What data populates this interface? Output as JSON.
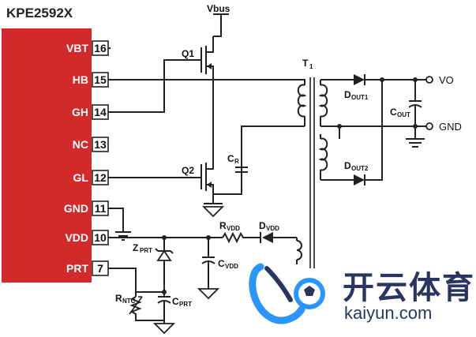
{
  "chip": {
    "name": "KPE2592X",
    "color": "#d22a2a",
    "pins": [
      {
        "name": "VBT",
        "number": "16"
      },
      {
        "name": "HB",
        "number": "15"
      },
      {
        "name": "GH",
        "number": "14"
      },
      {
        "name": "NC",
        "number": "13"
      },
      {
        "name": "GL",
        "number": "12"
      },
      {
        "name": "GND",
        "number": "11"
      },
      {
        "name": "VDD",
        "number": "10"
      },
      {
        "name": "PRT",
        "number": "7"
      }
    ]
  },
  "labels": {
    "vbus": "Vbus",
    "q1": "Q1",
    "q2": "Q2",
    "cr_main": "C",
    "cr_sub": "R",
    "t1_main": "T",
    "t1_sub": "1",
    "dout1_main": "D",
    "dout1_sub": "OUT1",
    "dout2_main": "D",
    "dout2_sub": "OUT2",
    "cout_main": "C",
    "cout_sub": "OUT",
    "vo": "VO",
    "gnd": "GND",
    "rvdd_main": "R",
    "rvdd_sub": "VDD",
    "dvdd_main": "D",
    "dvdd_sub": "VDD",
    "cvdd_main": "C",
    "cvdd_sub": "VDD",
    "zprt_main": "Z",
    "zprt_sub": "PRT",
    "rntc_main": "R",
    "rntc_sub": "NTC",
    "cprt_main": "C",
    "cprt_sub": "PRT"
  },
  "watermark": {
    "text_cn": "开云体育",
    "text_en": "kaiyun.com",
    "colors": {
      "primary": "#1f2b57",
      "accent": "#1e90ff"
    }
  }
}
